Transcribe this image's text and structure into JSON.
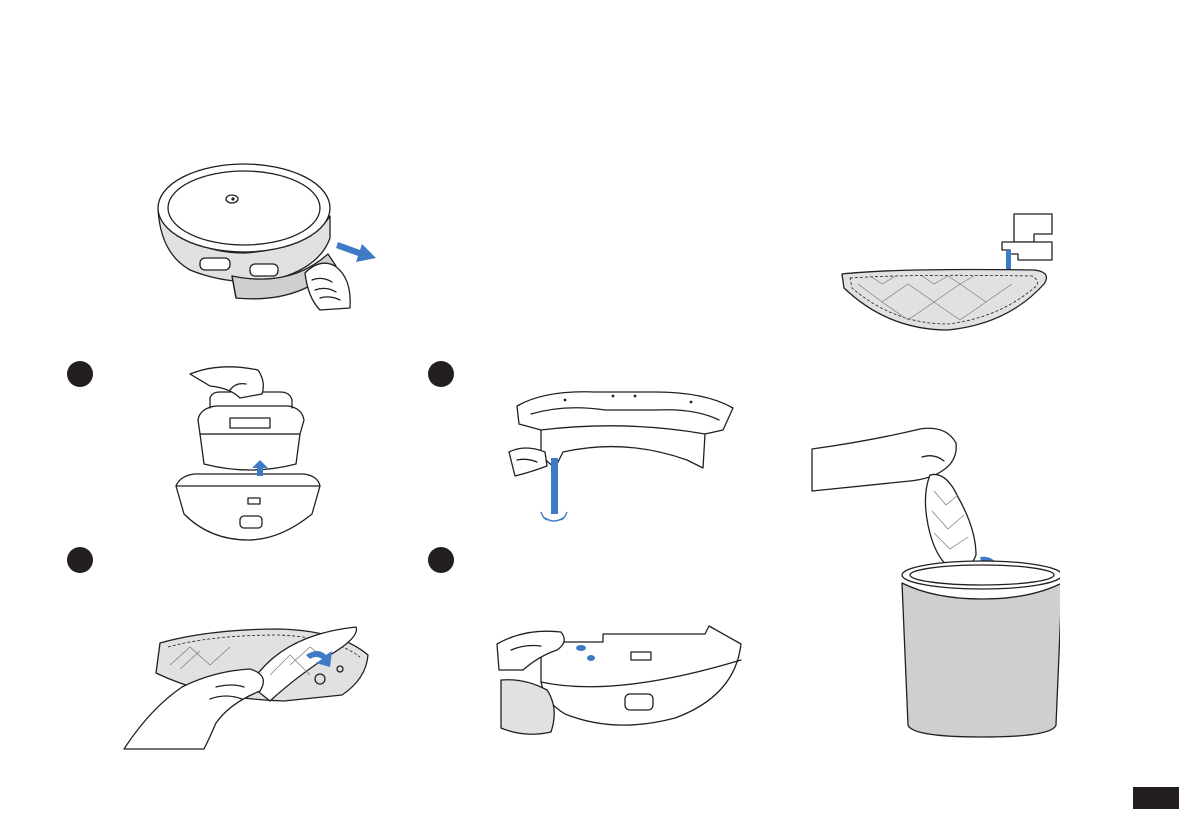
{
  "manual": {
    "step_markers": [
      {
        "id": "step-1-marker"
      },
      {
        "id": "step-2-marker"
      },
      {
        "id": "step-3-marker"
      },
      {
        "id": "step-4-marker"
      }
    ],
    "illustrations": [
      "robot-mop-module-removal",
      "water-tank-lift",
      "mop-bracket-drain",
      "mop-pad-peel",
      "mop-bracket-wipe",
      "mop-pad-rinse",
      "mop-pad-discard"
    ],
    "accent_color": "#3f7ac6",
    "tab_color": "#231f20"
  }
}
